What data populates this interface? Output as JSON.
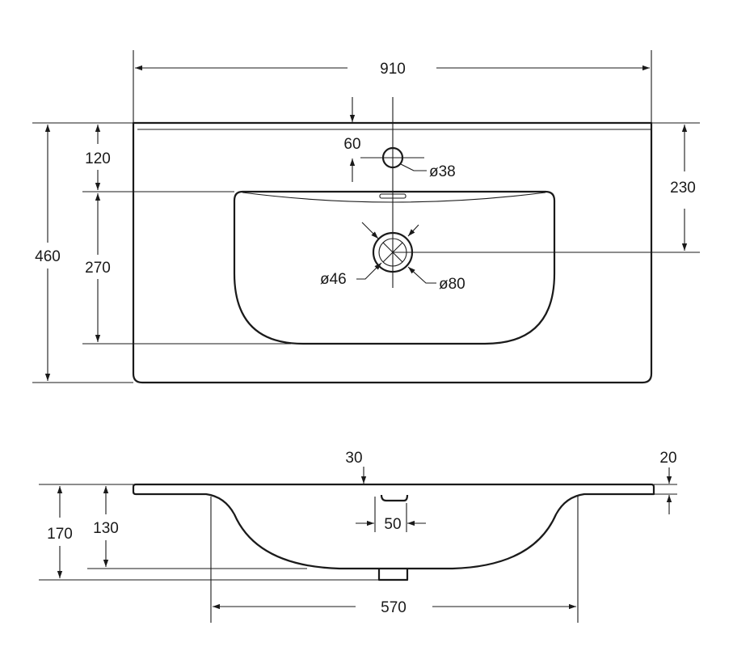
{
  "top_view": {
    "overall_width": "910",
    "overall_depth": "460",
    "tap_hole_offset": "60",
    "tap_hole_diameter": "ø38",
    "rim_depth": "120",
    "bowl_depth": "270",
    "tap_to_drain": "230",
    "drain_inner_diameter": "ø46",
    "drain_outer_diameter": "ø80"
  },
  "side_view": {
    "top_thickness": "30",
    "edge_thickness": "20",
    "total_height": "170",
    "bowl_height": "130",
    "overflow_width": "50",
    "bowl_width": "570"
  }
}
